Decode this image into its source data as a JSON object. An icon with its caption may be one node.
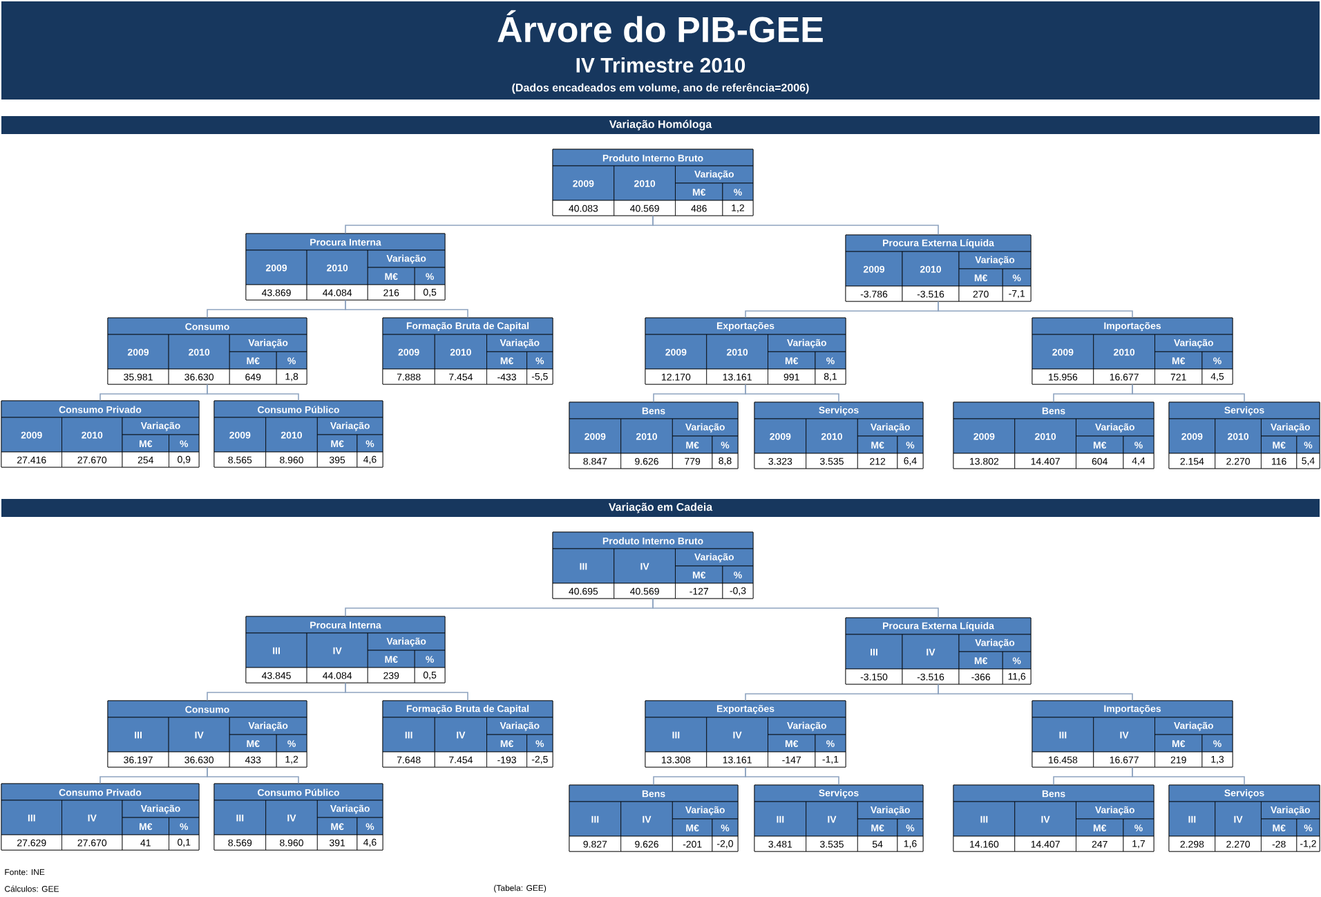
{
  "diagram": {
    "title": "Árvore do PIB-GEE",
    "nodes": [
      {
        "text": [
          "Produto Interno Bruto",
          "2009",
          "2010",
          "Variação",
          "M€",
          "%",
          "40.083",
          "40.569",
          "486",
          "1,2"
        ]
      },
      {
        "text": [
          "Procura Interna",
          "2009",
          "2010",
          "Variação",
          "M€",
          "%",
          "43.869",
          "44.084",
          "216",
          "0,5"
        ]
      },
      {
        "text": [
          "Procura Externa Líquida",
          "2009",
          "2010",
          "Variação",
          "M€",
          "%",
          "-3.786",
          "-3.516",
          "270",
          "-7,1"
        ]
      },
      {
        "text": [
          "Consumo",
          "2009",
          "2010",
          "Variação",
          "M€",
          "%",
          "35.981",
          "36.630",
          "649",
          "1,8"
        ]
      },
      {
        "text": [
          "Formação Bruta de Capital",
          "2009",
          "2010",
          "Variação",
          "M€",
          "%",
          "7.888",
          "7.454",
          "-433",
          "-5,5"
        ]
      },
      {
        "text": [
          "Exportações",
          "2009",
          "2010",
          "Variação",
          "M€",
          "%",
          "12.170",
          "13.161",
          "991",
          "8,1"
        ]
      },
      {
        "text": [
          "Importações",
          "2009",
          "2010",
          "Variação",
          "M€",
          "%",
          "15.956",
          "16.677",
          "721",
          "4,5"
        ]
      },
      {
        "text": [
          "Consumo Privado",
          "2009",
          "2010",
          "Variação",
          "M€",
          "%",
          "27.416",
          "27.670",
          "254",
          "0,9"
        ]
      },
      {
        "text": [
          "Consumo Público",
          "2009",
          "2010",
          "Variação",
          "M€",
          "%",
          "8.565",
          "8.960",
          "395",
          "4,6"
        ]
      },
      {
        "text": [
          "Bens",
          "2009",
          "2010",
          "Variação",
          "M€",
          "%",
          "8.847",
          "9.626",
          "779",
          "8,8"
        ]
      },
      {
        "text": [
          "Serviços",
          "2009",
          "2010",
          "Variação",
          "M€",
          "%",
          "3.323",
          "3.535",
          "212",
          "6,4"
        ]
      },
      {
        "text": [
          "Bens",
          "2009",
          "2010",
          "Variação",
          "M€",
          "%",
          "13.802",
          "14.407",
          "604",
          "4,4"
        ]
      },
      {
        "text": [
          "Serviços",
          "2009",
          "2010",
          "Variação",
          "M€",
          "%",
          "2.154",
          "2.270",
          "116",
          "5,4"
        ]
      },
      {
        "text": [
          "Produto Interno Bruto",
          "III",
          "IV",
          "Variação",
          "M€",
          "%",
          "40.695",
          "40.569",
          "-127",
          "-0,3"
        ]
      },
      {
        "text": [
          "Procura Interna",
          "III",
          "IV",
          "Variação",
          "M€",
          "%",
          "43.845",
          "44.084",
          "239",
          "0,5"
        ]
      },
      {
        "text": [
          "Procura Externa Líquida",
          "III",
          "IV",
          "Variação",
          "M€",
          "%",
          "-3.150",
          "-3.516",
          "-366",
          "11,6"
        ]
      },
      {
        "text": [
          "Consumo",
          "III",
          "IV",
          "Variação",
          "M€",
          "%",
          "36.197",
          "36.630",
          "433",
          "1,2"
        ]
      },
      {
        "text": [
          "Formação Bruta de Capital",
          "III",
          "IV",
          "Variação",
          "M€",
          "%",
          "7.648",
          "7.454",
          "-193",
          "-2,5"
        ]
      },
      {
        "text": [
          "Exportações",
          "III",
          "IV",
          "Variação",
          "M€",
          "%",
          "13.308",
          "13.161",
          "-147",
          "-1,1"
        ]
      },
      {
        "text": [
          "Importações",
          "III",
          "IV",
          "Variação",
          "M€",
          "%",
          "16.458",
          "16.677",
          "219",
          "1,3"
        ]
      },
      {
        "text": [
          "Consumo Privado",
          "III",
          "IV",
          "Variação",
          "M€",
          "%",
          "27.629",
          "27.670",
          "41",
          "0,1"
        ]
      },
      {
        "text": [
          "Consumo Público",
          "III",
          "IV",
          "Variação",
          "M€",
          "%",
          "8.569",
          "8.960",
          "391",
          "4,6"
        ]
      },
      {
        "text": [
          "Bens",
          "III",
          "IV",
          "Variação",
          "M€",
          "%",
          "9.827",
          "9.626",
          "-201",
          "-2,0"
        ]
      },
      {
        "text": [
          "Serviços",
          "III",
          "IV",
          "Variação",
          "M€",
          "%",
          "3.481",
          "3.535",
          "54",
          "1,6"
        ]
      },
      {
        "text": [
          "Bens",
          "III",
          "IV",
          "Variação",
          "M€",
          "%",
          "14.160",
          "14.407",
          "247",
          "1,7"
        ]
      },
      {
        "text": [
          "Serviços",
          "III",
          "IV",
          "Variação",
          "M€",
          "%",
          "2.298",
          "2.270",
          "-28",
          "-1,2"
        ]
      }
    ],
    "edges": [
      {
        "from": 0,
        "to": 1,
        "arrow": "none"
      },
      {
        "from": 0,
        "to": 2,
        "arrow": "none"
      },
      {
        "from": 1,
        "to": 3,
        "arrow": "none"
      },
      {
        "from": 1,
        "to": 4,
        "arrow": "none"
      },
      {
        "from": 2,
        "to": 5,
        "arrow": "none"
      },
      {
        "from": 2,
        "to": 6,
        "arrow": "none"
      },
      {
        "from": 3,
        "to": 7,
        "arrow": "none"
      },
      {
        "from": 3,
        "to": 8,
        "arrow": "none"
      },
      {
        "from": 5,
        "to": 9,
        "arrow": "none"
      },
      {
        "from": 5,
        "to": 10,
        "arrow": "none"
      },
      {
        "from": 6,
        "to": 11,
        "arrow": "none"
      },
      {
        "from": 6,
        "to": 12,
        "arrow": "none"
      },
      {
        "from": 13,
        "to": 14,
        "arrow": "none"
      },
      {
        "from": 13,
        "to": 15,
        "arrow": "none"
      },
      {
        "from": 14,
        "to": 16,
        "arrow": "none"
      },
      {
        "from": 14,
        "to": 17,
        "arrow": "none"
      },
      {
        "from": 15,
        "to": 18,
        "arrow": "none"
      },
      {
        "from": 15,
        "to": 19,
        "arrow": "none"
      },
      {
        "from": 16,
        "to": 20,
        "arrow": "none"
      },
      {
        "from": 16,
        "to": 21,
        "arrow": "none"
      },
      {
        "from": 18,
        "to": 22,
        "arrow": "none"
      },
      {
        "from": 18,
        "to": 23,
        "arrow": "none"
      },
      {
        "from": 19,
        "to": 24,
        "arrow": "none"
      },
      {
        "from": 19,
        "to": 25,
        "arrow": "none"
      }
    ],
    "labels": [
      "IV Trimestre 2010",
      "(Dados encadeados em volume, ano de referência=2006)",
      "Variação Homóloga",
      "Variação em Cadeia",
      "Fonte: INE",
      "Cálculos: GEE",
      "(Tabela: GEE)"
    ]
  }
}
